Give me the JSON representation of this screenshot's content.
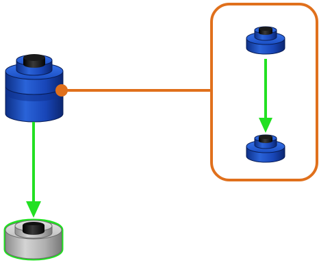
{
  "diagram": {
    "parts": [
      {
        "id": "stacked-blue-pieces",
        "kind": "round-brick-stack",
        "color": "#1a4fc4"
      },
      {
        "id": "target-gray-piece",
        "kind": "round-brick-hollow",
        "color": "#b8b8b8"
      },
      {
        "id": "callout-top-piece",
        "kind": "round-plate",
        "color": "#1a4fc4"
      },
      {
        "id": "callout-bottom-piece",
        "kind": "round-plate",
        "color": "#1a4fc4"
      }
    ],
    "callout": {
      "border_color": "#e0701c",
      "fill": "#ffffff"
    },
    "connector_color": "#e0701c",
    "arrow_color": "#22e022",
    "highlight_outline_color": "#22e022"
  }
}
